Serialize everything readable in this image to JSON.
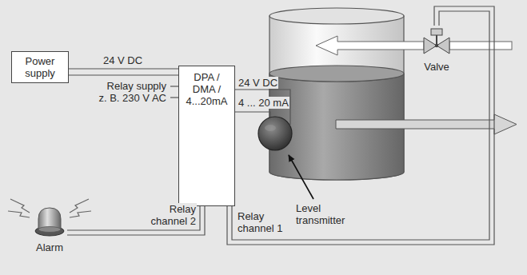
{
  "diagram": {
    "nodes": [
      {
        "text": [
          "Power supply"
        ]
      },
      {
        "text": [
          "DPA / DMA / 4...20mA"
        ]
      },
      {
        "text": [
          "Level transmitter"
        ]
      },
      {
        "text": [
          "Valve"
        ]
      },
      {
        "text": [
          "Alarm"
        ]
      }
    ],
    "edges": [
      {
        "from": 0,
        "to": 1,
        "arrow": "none",
        "label": "24 V DC"
      },
      {
        "from": 1,
        "to": 2,
        "arrow": "none",
        "label": "24 V DC"
      },
      {
        "from": 1,
        "to": 2,
        "arrow": "none",
        "label": "4 ... 20 mA"
      },
      {
        "from": 1,
        "to": 3,
        "arrow": "none",
        "label": "Relay channel 1"
      },
      {
        "from": 1,
        "to": 4,
        "arrow": "none",
        "label": "Relay channel 2"
      }
    ],
    "labels": [
      "Relay supply",
      "z. B. 230 V AC"
    ]
  }
}
